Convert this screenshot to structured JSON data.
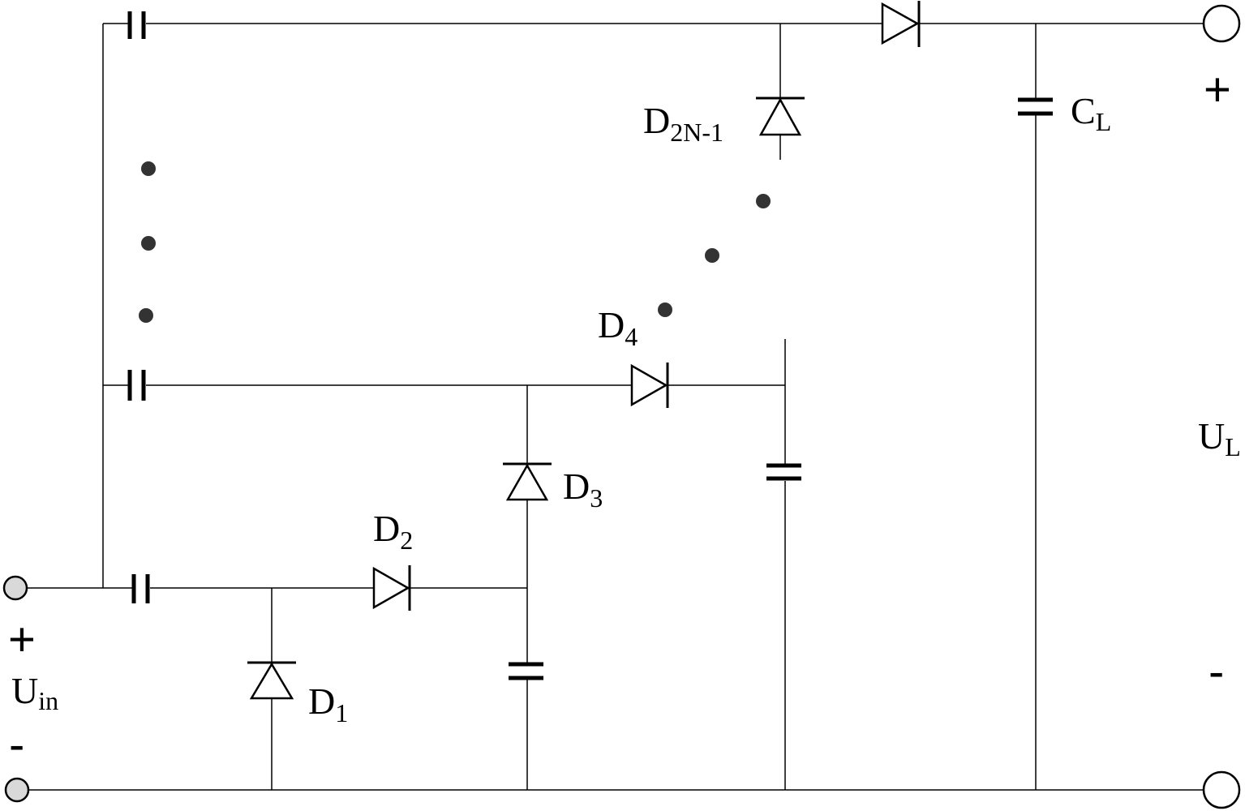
{
  "colors": {
    "wire": "#000000",
    "background": "#ffffff",
    "input_terminal_fill": "#d9d9d9",
    "output_terminal_fill": "#ffffff",
    "ellipsis_dots": "#333333"
  },
  "labels": {
    "d1": {
      "main": "D",
      "sub": "1"
    },
    "d2": {
      "main": "D",
      "sub": "2"
    },
    "d3": {
      "main": "D",
      "sub": "3"
    },
    "d4": {
      "main": "D",
      "sub": "4"
    },
    "d2n1": {
      "main": "D",
      "sub": "2N-1"
    },
    "cl": {
      "main": "C",
      "sub": "L"
    },
    "uin": {
      "main": "U",
      "sub": "in"
    },
    "ul": {
      "main": "U",
      "sub": "L"
    }
  },
  "polarity": {
    "input_plus": "+",
    "input_minus": "-",
    "output_plus": "+",
    "output_minus": "-"
  },
  "icons": {
    "diode": "diode-icon",
    "capacitor": "capacitor-icon",
    "terminal": "terminal-circle-icon",
    "ellipsis": "ellipsis-dot-icon"
  }
}
